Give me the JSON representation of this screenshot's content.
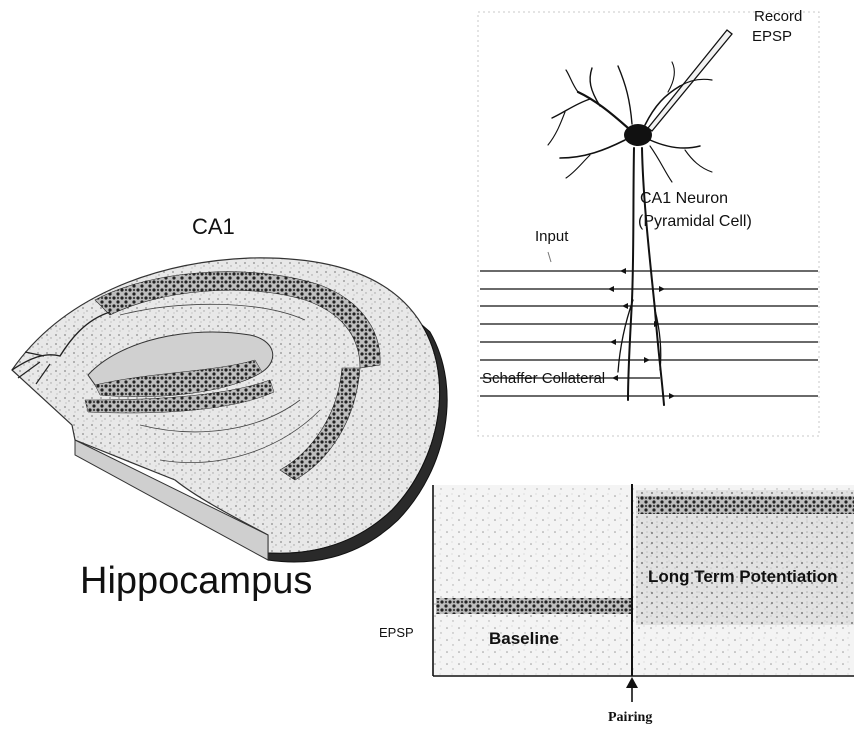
{
  "hippocampus": {
    "region_label": "CA1",
    "title": "Hippocampus"
  },
  "neuron": {
    "record_label": "Record",
    "epsp_label": "EPSP",
    "neuron_label": "CA1 Neuron",
    "neuron_type": "(Pyramidal Cell)",
    "input_label": "Input",
    "pathway_label": "Schaffer Collateral"
  },
  "graph": {
    "y_label": "EPSP",
    "ltp_label": "Long Term Potentiation",
    "baseline_label": "Baseline",
    "event_label": "Pairing"
  },
  "colors": {
    "ink": "#111111",
    "tissue": "#9a9a9a",
    "dots": "#2a2a2a"
  }
}
